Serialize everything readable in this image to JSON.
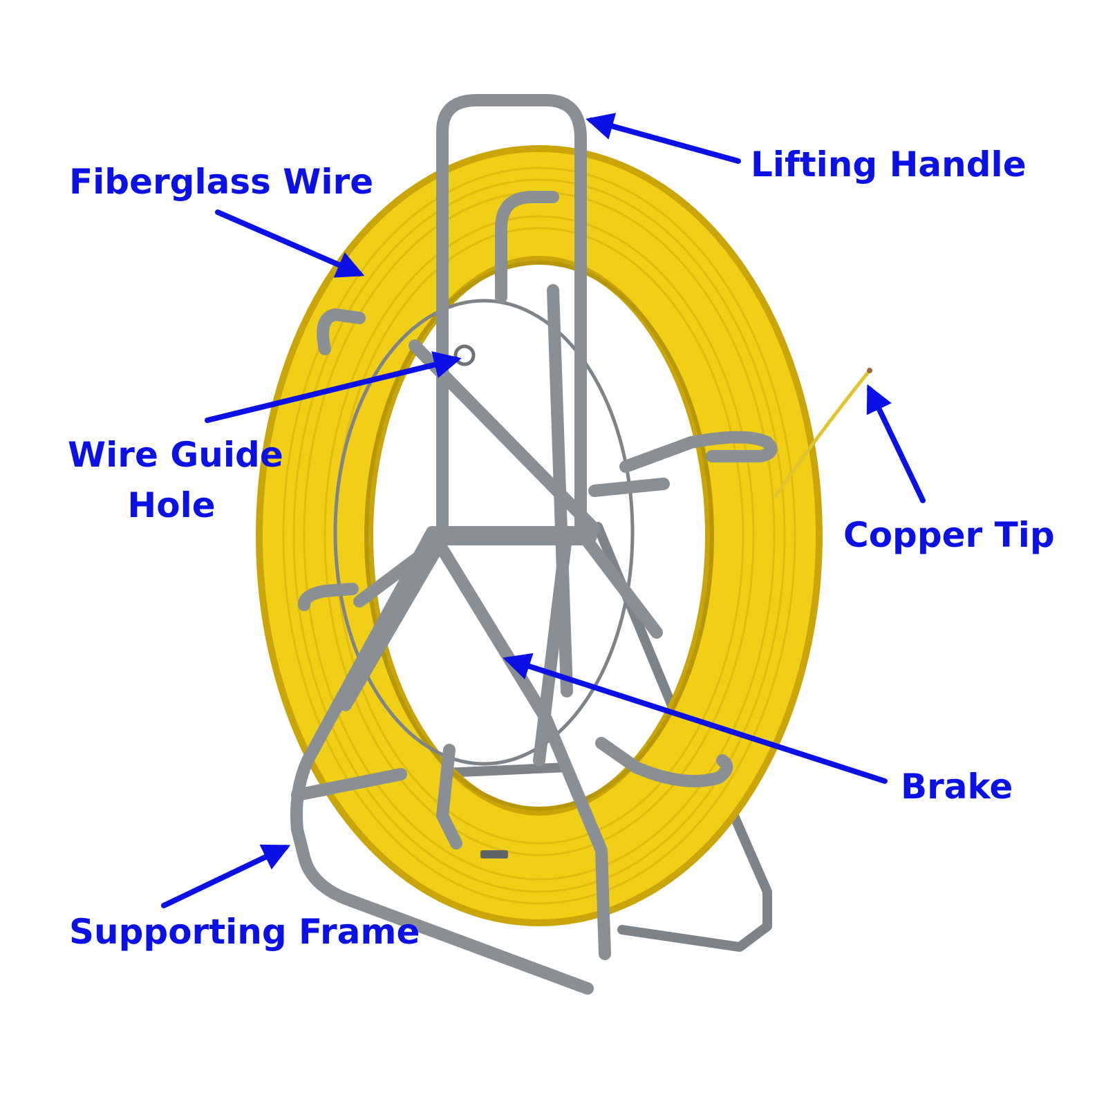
{
  "labels": {
    "fiberglass_wire": "Fiberglass Wire",
    "lifting_handle": "Lifting Handle",
    "wire_guide_hole_line1": "Wire Guide",
    "wire_guide_hole_line2": "Hole",
    "copper_tip": "Copper Tip",
    "brake": "Brake",
    "supporting_frame": "Supporting Frame"
  },
  "colors": {
    "label_text": "#0a10e6",
    "arrow": "#0a10e6",
    "fiberglass": "#f2cf17",
    "fiberglass_dark": "#c9a50a",
    "steel": "#8a8f94",
    "steel_dark": "#5f6469",
    "background": "#ffffff"
  }
}
